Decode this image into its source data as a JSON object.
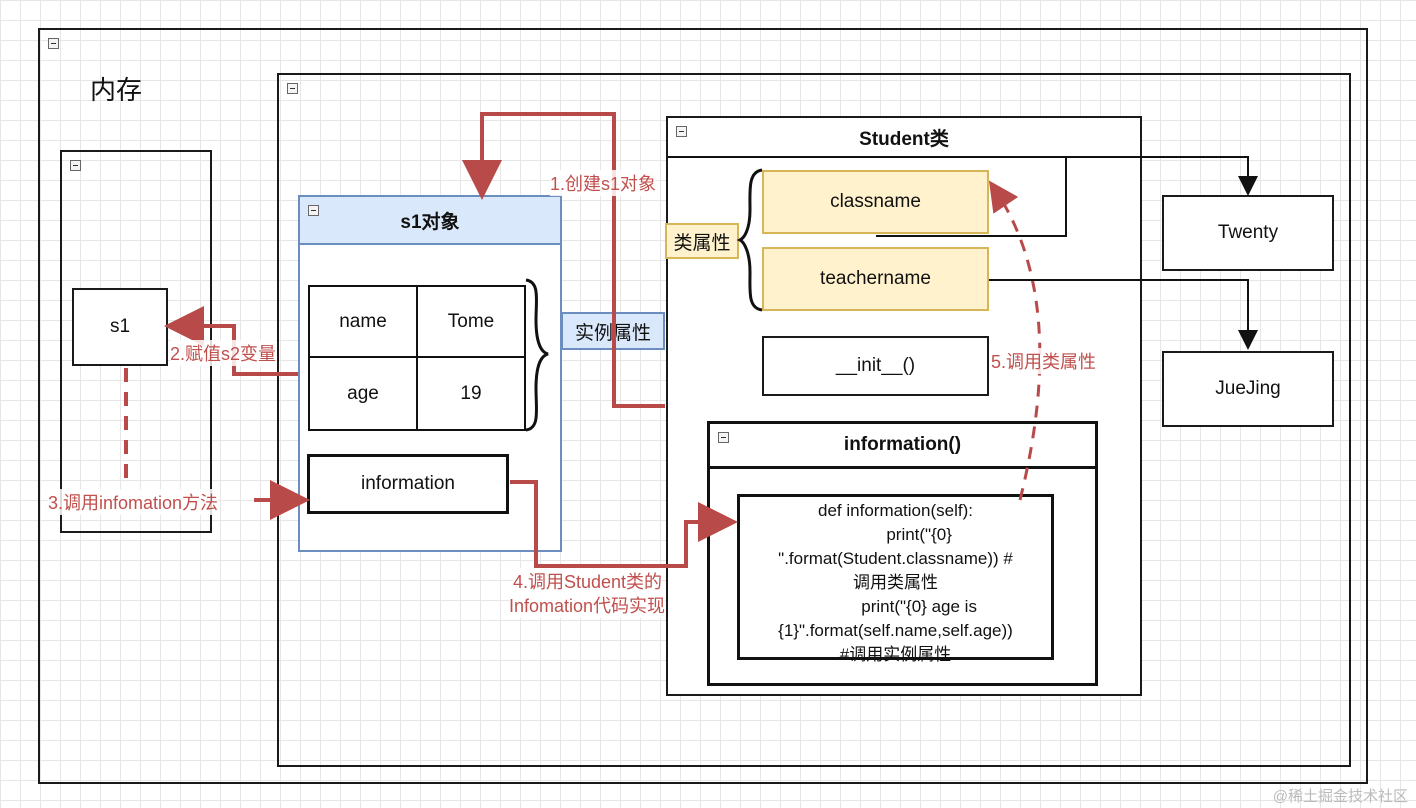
{
  "memory": {
    "title": "内存"
  },
  "s1var": {
    "label": "s1"
  },
  "s1obj": {
    "title": "s1对象",
    "attrs": [
      {
        "key": "name",
        "value": "Tome"
      },
      {
        "key": "age",
        "value": "19"
      }
    ],
    "method": "information",
    "instance_label": "实例属性"
  },
  "student": {
    "title": "Student类",
    "class_attr_label": "类属性",
    "classname": "classname",
    "teachername": "teachername",
    "init": "__init__()",
    "information": {
      "title": "information()",
      "code": [
        "def information(self):",
        "          print(\"{0}",
        "\".format(Student.classname))  #",
        "调用类属性",
        "          print(\"{0} age is",
        "{1}\".format(self.name,self.age))",
        "#调用实例属性"
      ]
    }
  },
  "values": {
    "twenty": "Twenty",
    "juejing": "JueJing"
  },
  "annotations": {
    "step1": "1.创建s1对象",
    "step2": "2.赋值s2变量",
    "step3": "3.调用infomation方法",
    "step4_line1": "4.调用Student类的",
    "step4_line2": "Infomation代码实现",
    "step5": "5.调用类属性"
  },
  "watermark": "@稀土掘金技术社区",
  "colors": {
    "arrow_red": "#b94a4a",
    "blue_fill": "#dae8fc",
    "yellow_fill": "#fff2cc"
  }
}
